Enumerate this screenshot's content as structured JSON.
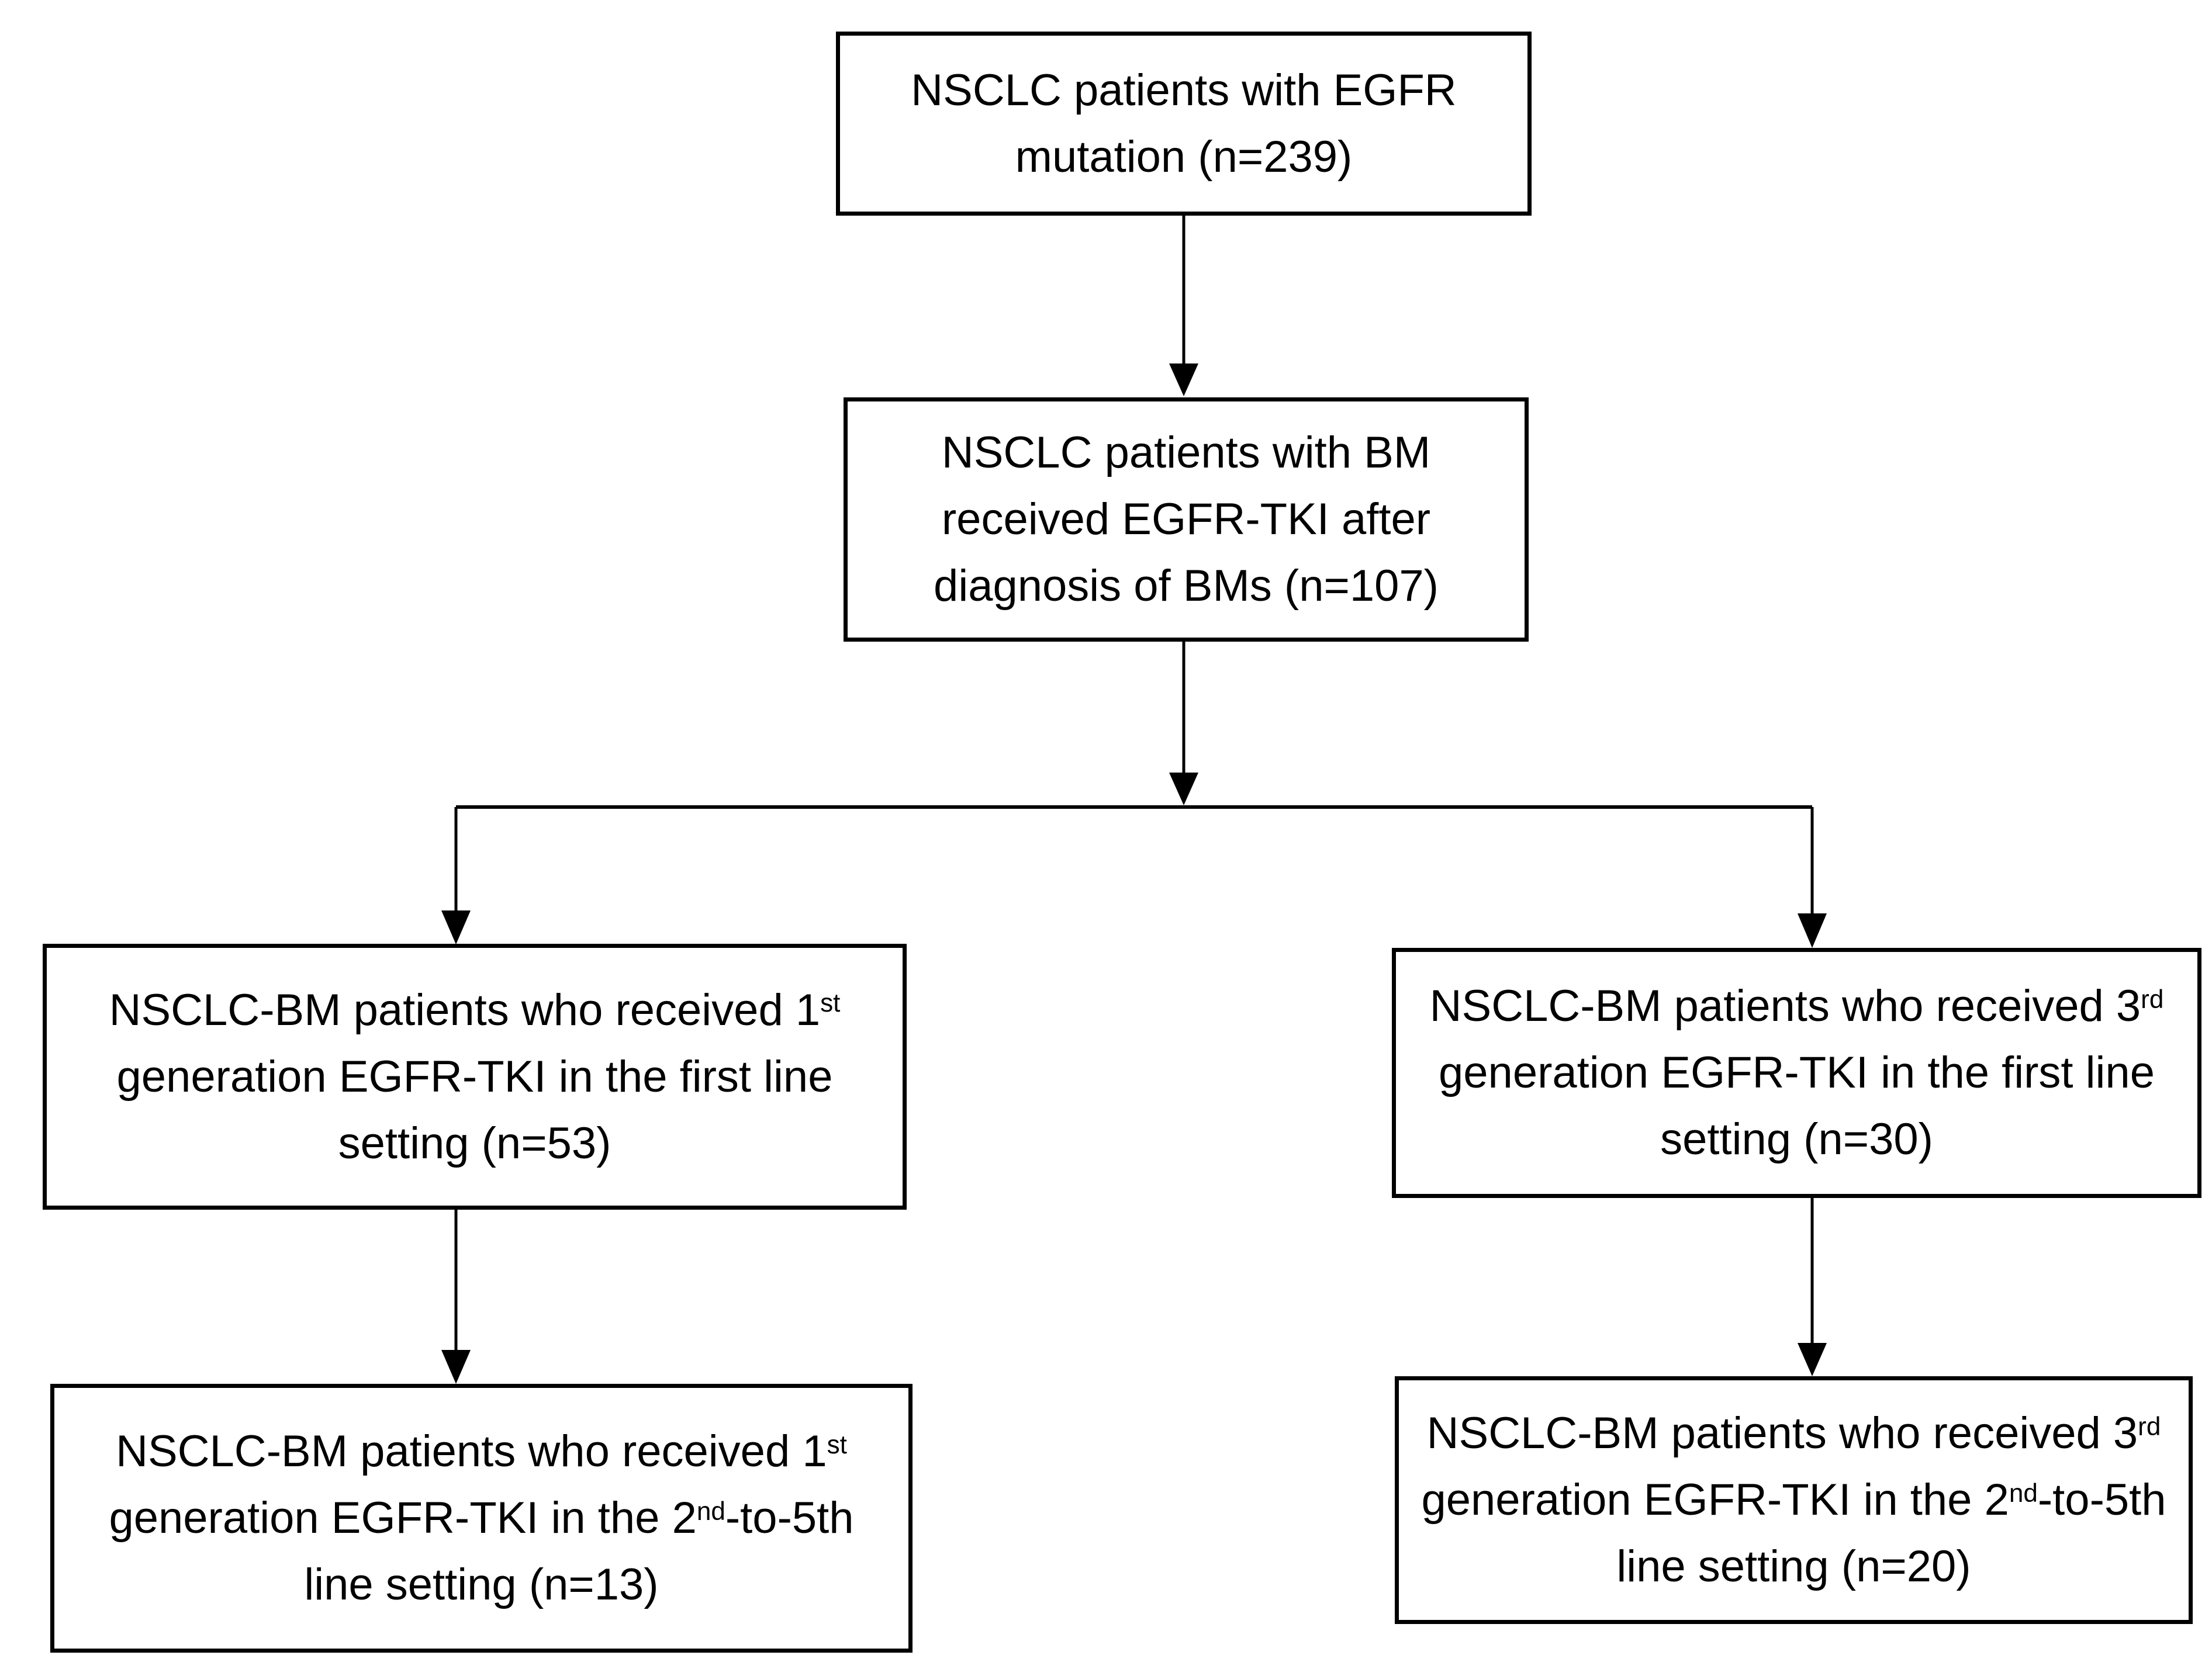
{
  "diagram": {
    "type": "flowchart",
    "colors": {
      "background": "#ffffff",
      "box_border": "#000000",
      "text": "#000000",
      "arrow": "#000000"
    },
    "counts": {
      "egfr_mutation_total": 239,
      "bm_received_tki": 107,
      "gen1_first_line": 53,
      "gen3_first_line": 30,
      "gen1_2nd_to_5th_line": 13,
      "gen3_2nd_to_5th_line": 20
    },
    "boxes": [
      {
        "name": "nsclc-egfr-mutation",
        "lines": [
          [
            {
              "t": "NSCLC patients with EGFR"
            }
          ],
          [
            {
              "t": "mutation (n=239)"
            }
          ]
        ]
      },
      {
        "name": "nsclc-bm-received-tki",
        "lines": [
          [
            {
              "t": "NSCLC patients with BM"
            }
          ],
          [
            {
              "t": "received EGFR-TKI after"
            }
          ],
          [
            {
              "t": "diagnosis of BMs (n=107)"
            }
          ]
        ]
      },
      {
        "name": "gen1-first-line",
        "lines": [
          [
            {
              "t": "NSCLC-BM patients who received 1"
            },
            {
              "t": "st",
              "sup": true
            }
          ],
          [
            {
              "t": "generation EGFR-TKI in the first line"
            }
          ],
          [
            {
              "t": "setting (n=53)"
            }
          ]
        ]
      },
      {
        "name": "gen3-first-line",
        "lines": [
          [
            {
              "t": "NSCLC-BM patients who received 3"
            },
            {
              "t": "rd",
              "sup": true
            }
          ],
          [
            {
              "t": "generation EGFR-TKI in the first line"
            }
          ],
          [
            {
              "t": "setting (n=30)"
            }
          ]
        ]
      },
      {
        "name": "gen1-2nd-to-5th-line",
        "lines": [
          [
            {
              "t": "NSCLC-BM patients who received 1"
            },
            {
              "t": "st",
              "sup": true
            }
          ],
          [
            {
              "t": "generation EGFR-TKI in the 2"
            },
            {
              "t": "nd",
              "sup": true
            },
            {
              "t": "-to-5th"
            }
          ],
          [
            {
              "t": "line setting (n=13)"
            }
          ]
        ]
      },
      {
        "name": "gen3-2nd-to-5th-line",
        "lines": [
          [
            {
              "t": "NSCLC-BM patients who received 3"
            },
            {
              "t": "rd",
              "sup": true
            }
          ],
          [
            {
              "t": "generation EGFR-TKI in the 2"
            },
            {
              "t": "nd",
              "sup": true
            },
            {
              "t": "-to-5th"
            }
          ],
          [
            {
              "t": "line setting (n=20)"
            }
          ]
        ]
      }
    ]
  }
}
